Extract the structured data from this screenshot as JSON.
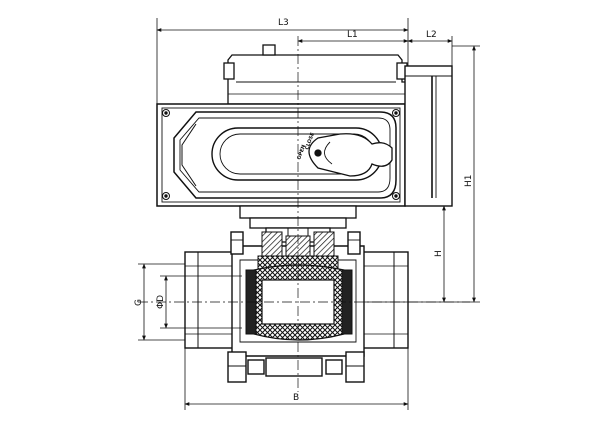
{
  "dimensions": {
    "l3": "L3",
    "l1": "L1",
    "l2": "L2",
    "h1": "H1",
    "h": "H",
    "b": "B",
    "g": "G",
    "od": "ΦD"
  },
  "actuator_labels": {
    "open": "OPEN",
    "close": "CLOSE"
  },
  "colors": {
    "line": "#111111",
    "background": "#ffffff",
    "seal_fill": "#222222"
  }
}
